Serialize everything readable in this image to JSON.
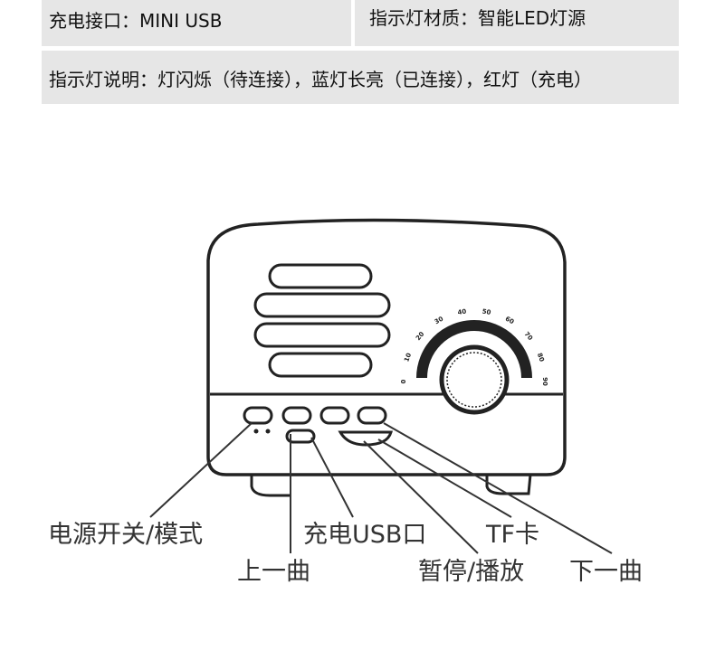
{
  "spec": {
    "charging_port": "充电接口：MINI USB",
    "indicator_material": "指示灯材质：智能LED灯源",
    "indicator_desc": "指示灯说明：灯闪烁（待连接），蓝灯长亮（已连接），红灯（充电）"
  },
  "dial": {
    "ticks": [
      "0",
      "10",
      "20",
      "30",
      "40",
      "50",
      "60",
      "70",
      "80",
      "90"
    ]
  },
  "labels": {
    "power_mode": "电源开关/模式",
    "charge_usb": "充电USB口",
    "tf_card": "TF卡",
    "prev_track": "上一曲",
    "play_pause": "暂停/播放",
    "next_track": "下一曲"
  }
}
